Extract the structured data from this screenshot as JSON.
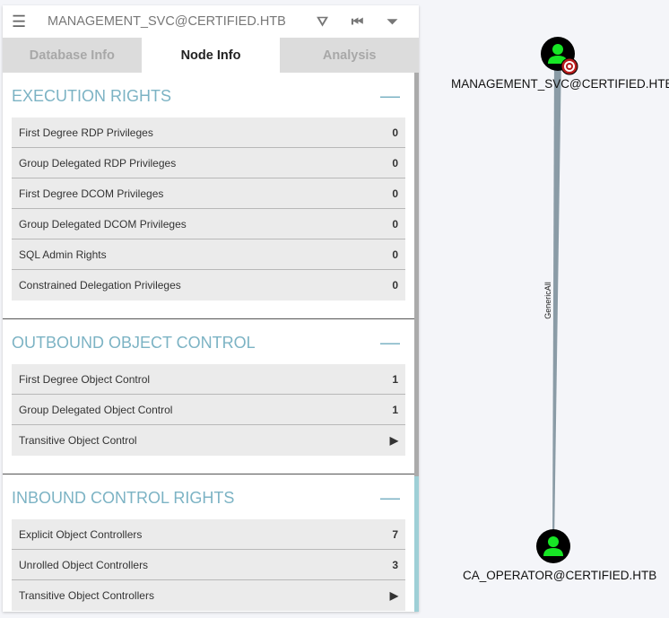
{
  "header": {
    "menu_icon": "hamburger-icon",
    "title": "MANAGEMENT_SVC@CERTIFIED.HTB",
    "icons": [
      "pathfinding-icon",
      "back-icon",
      "filter-icon"
    ]
  },
  "tabs": [
    {
      "label": "Database Info"
    },
    {
      "label": "Node Info",
      "active": true
    },
    {
      "label": "Analysis"
    }
  ],
  "sections": [
    {
      "title": "EXECUTION RIGHTS",
      "rows": [
        {
          "label": "First Degree RDP Privileges",
          "value": "0"
        },
        {
          "label": "Group Delegated RDP Privileges",
          "value": "0"
        },
        {
          "label": "First Degree DCOM Privileges",
          "value": "0"
        },
        {
          "label": "Group Delegated DCOM Privileges",
          "value": "0"
        },
        {
          "label": "SQL Admin Rights",
          "value": "0"
        },
        {
          "label": "Constrained Delegation Privileges",
          "value": "0"
        }
      ]
    },
    {
      "title": "OUTBOUND OBJECT CONTROL",
      "rows": [
        {
          "label": "First Degree Object Control",
          "value": "1"
        },
        {
          "label": "Group Delegated Object Control",
          "value": "1"
        },
        {
          "label": "Transitive Object Control",
          "value": "▶"
        }
      ]
    },
    {
      "title": "INBOUND CONTROL RIGHTS",
      "rows": [
        {
          "label": "Explicit Object Controllers",
          "value": "7"
        },
        {
          "label": "Unrolled Object Controllers",
          "value": "3"
        },
        {
          "label": "Transitive Object Controllers",
          "value": "▶"
        }
      ]
    }
  ],
  "graph": {
    "source": "MANAGEMENT_SVC@CERTIFIED.HTB",
    "target": "CA_OPERATOR@CERTIFIED.HTB",
    "edge": "GenericAll",
    "colors": {
      "user": "#17e625",
      "edge": "#8a9ba6"
    }
  }
}
